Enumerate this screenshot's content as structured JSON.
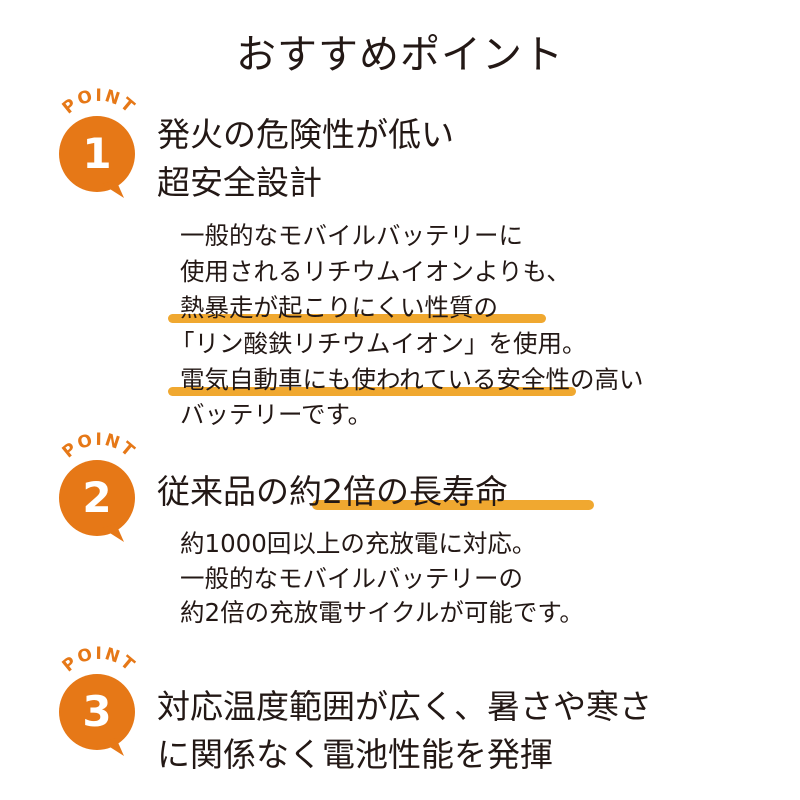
{
  "title": "おすすめポイント",
  "badge_label": "POINT",
  "colors": {
    "badge": "#e67817",
    "highlight": "#f0a830",
    "text": "#231815"
  },
  "points": [
    {
      "number": "1",
      "heading": [
        "発火の危険性が低い",
        "超安全設計"
      ],
      "body": [
        "一般的なモバイルバッテリーに",
        "使用されるリチウムイオンよりも、",
        "熱暴走が起こりにくい性質の",
        "「リン酸鉄リチウムイオン」を使用。",
        "電気自動車にも使われている安全性の高い",
        "バッテリーです。"
      ]
    },
    {
      "number": "2",
      "heading": [
        "従来品の約2倍の長寿命"
      ],
      "body": [
        "約1000回以上の充放電に対応。",
        "一般的なモバイルバッテリーの",
        "約2倍の充放電サイクルが可能です。"
      ]
    },
    {
      "number": "3",
      "heading": [
        "対応温度範囲が広く、暑さや寒さ",
        "に関係なく電池性能を発揮"
      ],
      "body": []
    }
  ]
}
